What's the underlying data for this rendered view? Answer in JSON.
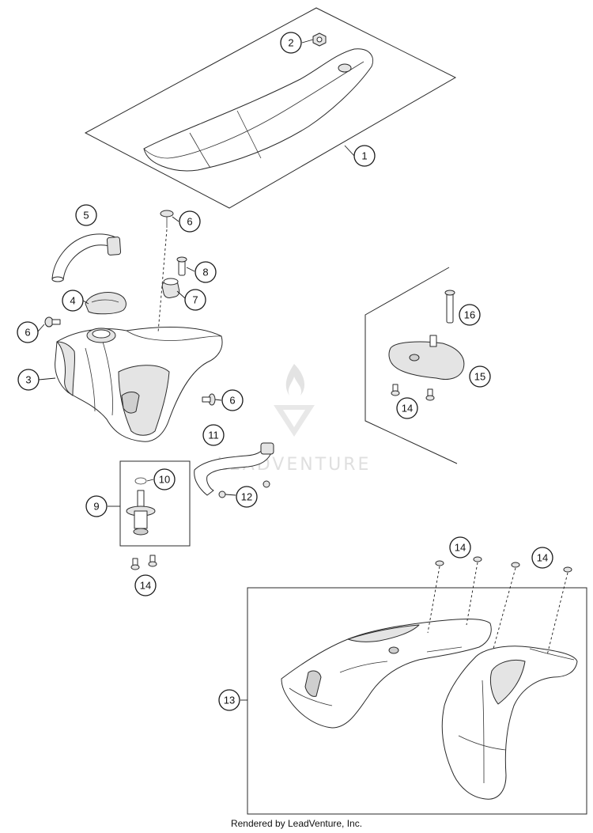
{
  "callouts": [
    {
      "id": "c1",
      "label": "1"
    },
    {
      "id": "c2",
      "label": "2"
    },
    {
      "id": "c3",
      "label": "3"
    },
    {
      "id": "c4",
      "label": "4"
    },
    {
      "id": "c5",
      "label": "5"
    },
    {
      "id": "c6a",
      "label": "6"
    },
    {
      "id": "c6b",
      "label": "6"
    },
    {
      "id": "c6c",
      "label": "6"
    },
    {
      "id": "c7",
      "label": "7"
    },
    {
      "id": "c8",
      "label": "8"
    },
    {
      "id": "c9",
      "label": "9"
    },
    {
      "id": "c10",
      "label": "10"
    },
    {
      "id": "c11",
      "label": "11"
    },
    {
      "id": "c12",
      "label": "12"
    },
    {
      "id": "c13",
      "label": "13"
    },
    {
      "id": "c14a",
      "label": "14"
    },
    {
      "id": "c14b",
      "label": "14"
    },
    {
      "id": "c14c",
      "label": "14"
    },
    {
      "id": "c14d",
      "label": "14"
    },
    {
      "id": "c15",
      "label": "15"
    },
    {
      "id": "c16",
      "label": "16"
    }
  ],
  "watermark": {
    "text": "LEADVENTURE"
  },
  "footer": {
    "text": "Rendered by LeadVenture, Inc."
  }
}
